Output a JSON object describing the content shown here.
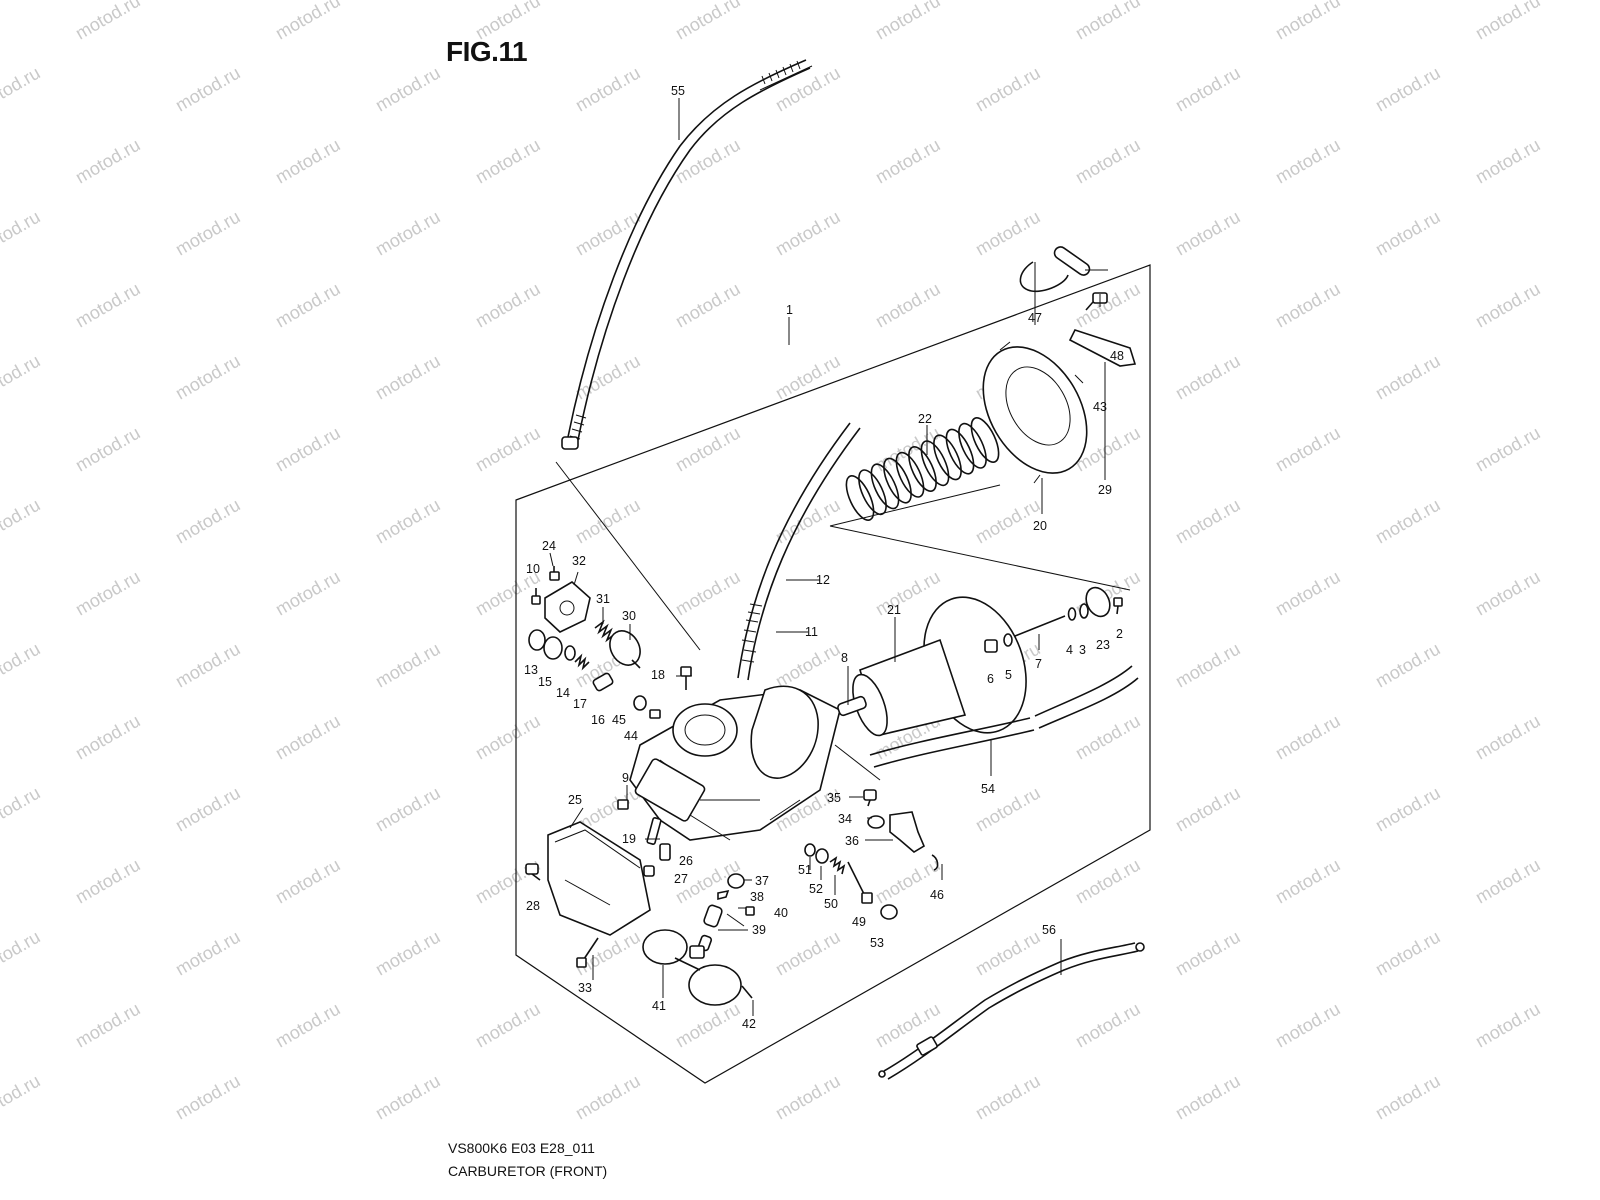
{
  "figure_title": "FIG.11",
  "model_code": "VS800K6 E03 E28_011",
  "caption": "CARBURETOR (FRONT)",
  "watermark": "motod.ru",
  "callouts": [
    {
      "id": "c55",
      "label": "55"
    },
    {
      "id": "c1",
      "label": "1"
    },
    {
      "id": "c47",
      "label": "47"
    },
    {
      "id": "c48",
      "label": "48"
    },
    {
      "id": "c43",
      "label": "43"
    },
    {
      "id": "c22",
      "label": "22"
    },
    {
      "id": "c29",
      "label": "29"
    },
    {
      "id": "c20",
      "label": "20"
    },
    {
      "id": "c24",
      "label": "24"
    },
    {
      "id": "c32",
      "label": "32"
    },
    {
      "id": "c10",
      "label": "10"
    },
    {
      "id": "c31",
      "label": "31"
    },
    {
      "id": "c30",
      "label": "30"
    },
    {
      "id": "c13",
      "label": "13"
    },
    {
      "id": "c15",
      "label": "15"
    },
    {
      "id": "c14",
      "label": "14"
    },
    {
      "id": "c17",
      "label": "17"
    },
    {
      "id": "c16",
      "label": "16"
    },
    {
      "id": "c45",
      "label": "45"
    },
    {
      "id": "c44",
      "label": "44"
    },
    {
      "id": "c18",
      "label": "18"
    },
    {
      "id": "c12",
      "label": "12"
    },
    {
      "id": "c11",
      "label": "11"
    },
    {
      "id": "c8",
      "label": "8"
    },
    {
      "id": "c21",
      "label": "21"
    },
    {
      "id": "c6",
      "label": "6"
    },
    {
      "id": "c5",
      "label": "5"
    },
    {
      "id": "c7",
      "label": "7"
    },
    {
      "id": "c4",
      "label": "4"
    },
    {
      "id": "c3",
      "label": "3"
    },
    {
      "id": "c23",
      "label": "23"
    },
    {
      "id": "c2",
      "label": "2"
    },
    {
      "id": "c9",
      "label": "9"
    },
    {
      "id": "c25",
      "label": "25"
    },
    {
      "id": "c19",
      "label": "19"
    },
    {
      "id": "c26",
      "label": "26"
    },
    {
      "id": "c27",
      "label": "27"
    },
    {
      "id": "c28",
      "label": "28"
    },
    {
      "id": "c35",
      "label": "35"
    },
    {
      "id": "c34",
      "label": "34"
    },
    {
      "id": "c36",
      "label": "36"
    },
    {
      "id": "c54",
      "label": "54"
    },
    {
      "id": "c37",
      "label": "37"
    },
    {
      "id": "c38",
      "label": "38"
    },
    {
      "id": "c40",
      "label": "40"
    },
    {
      "id": "c39",
      "label": "39"
    },
    {
      "id": "c51",
      "label": "51"
    },
    {
      "id": "c52",
      "label": "52"
    },
    {
      "id": "c50",
      "label": "50"
    },
    {
      "id": "c49",
      "label": "49"
    },
    {
      "id": "c53",
      "label": "53"
    },
    {
      "id": "c46",
      "label": "46"
    },
    {
      "id": "c56",
      "label": "56"
    },
    {
      "id": "c33",
      "label": "33"
    },
    {
      "id": "c41",
      "label": "41"
    },
    {
      "id": "c42",
      "label": "42"
    }
  ]
}
